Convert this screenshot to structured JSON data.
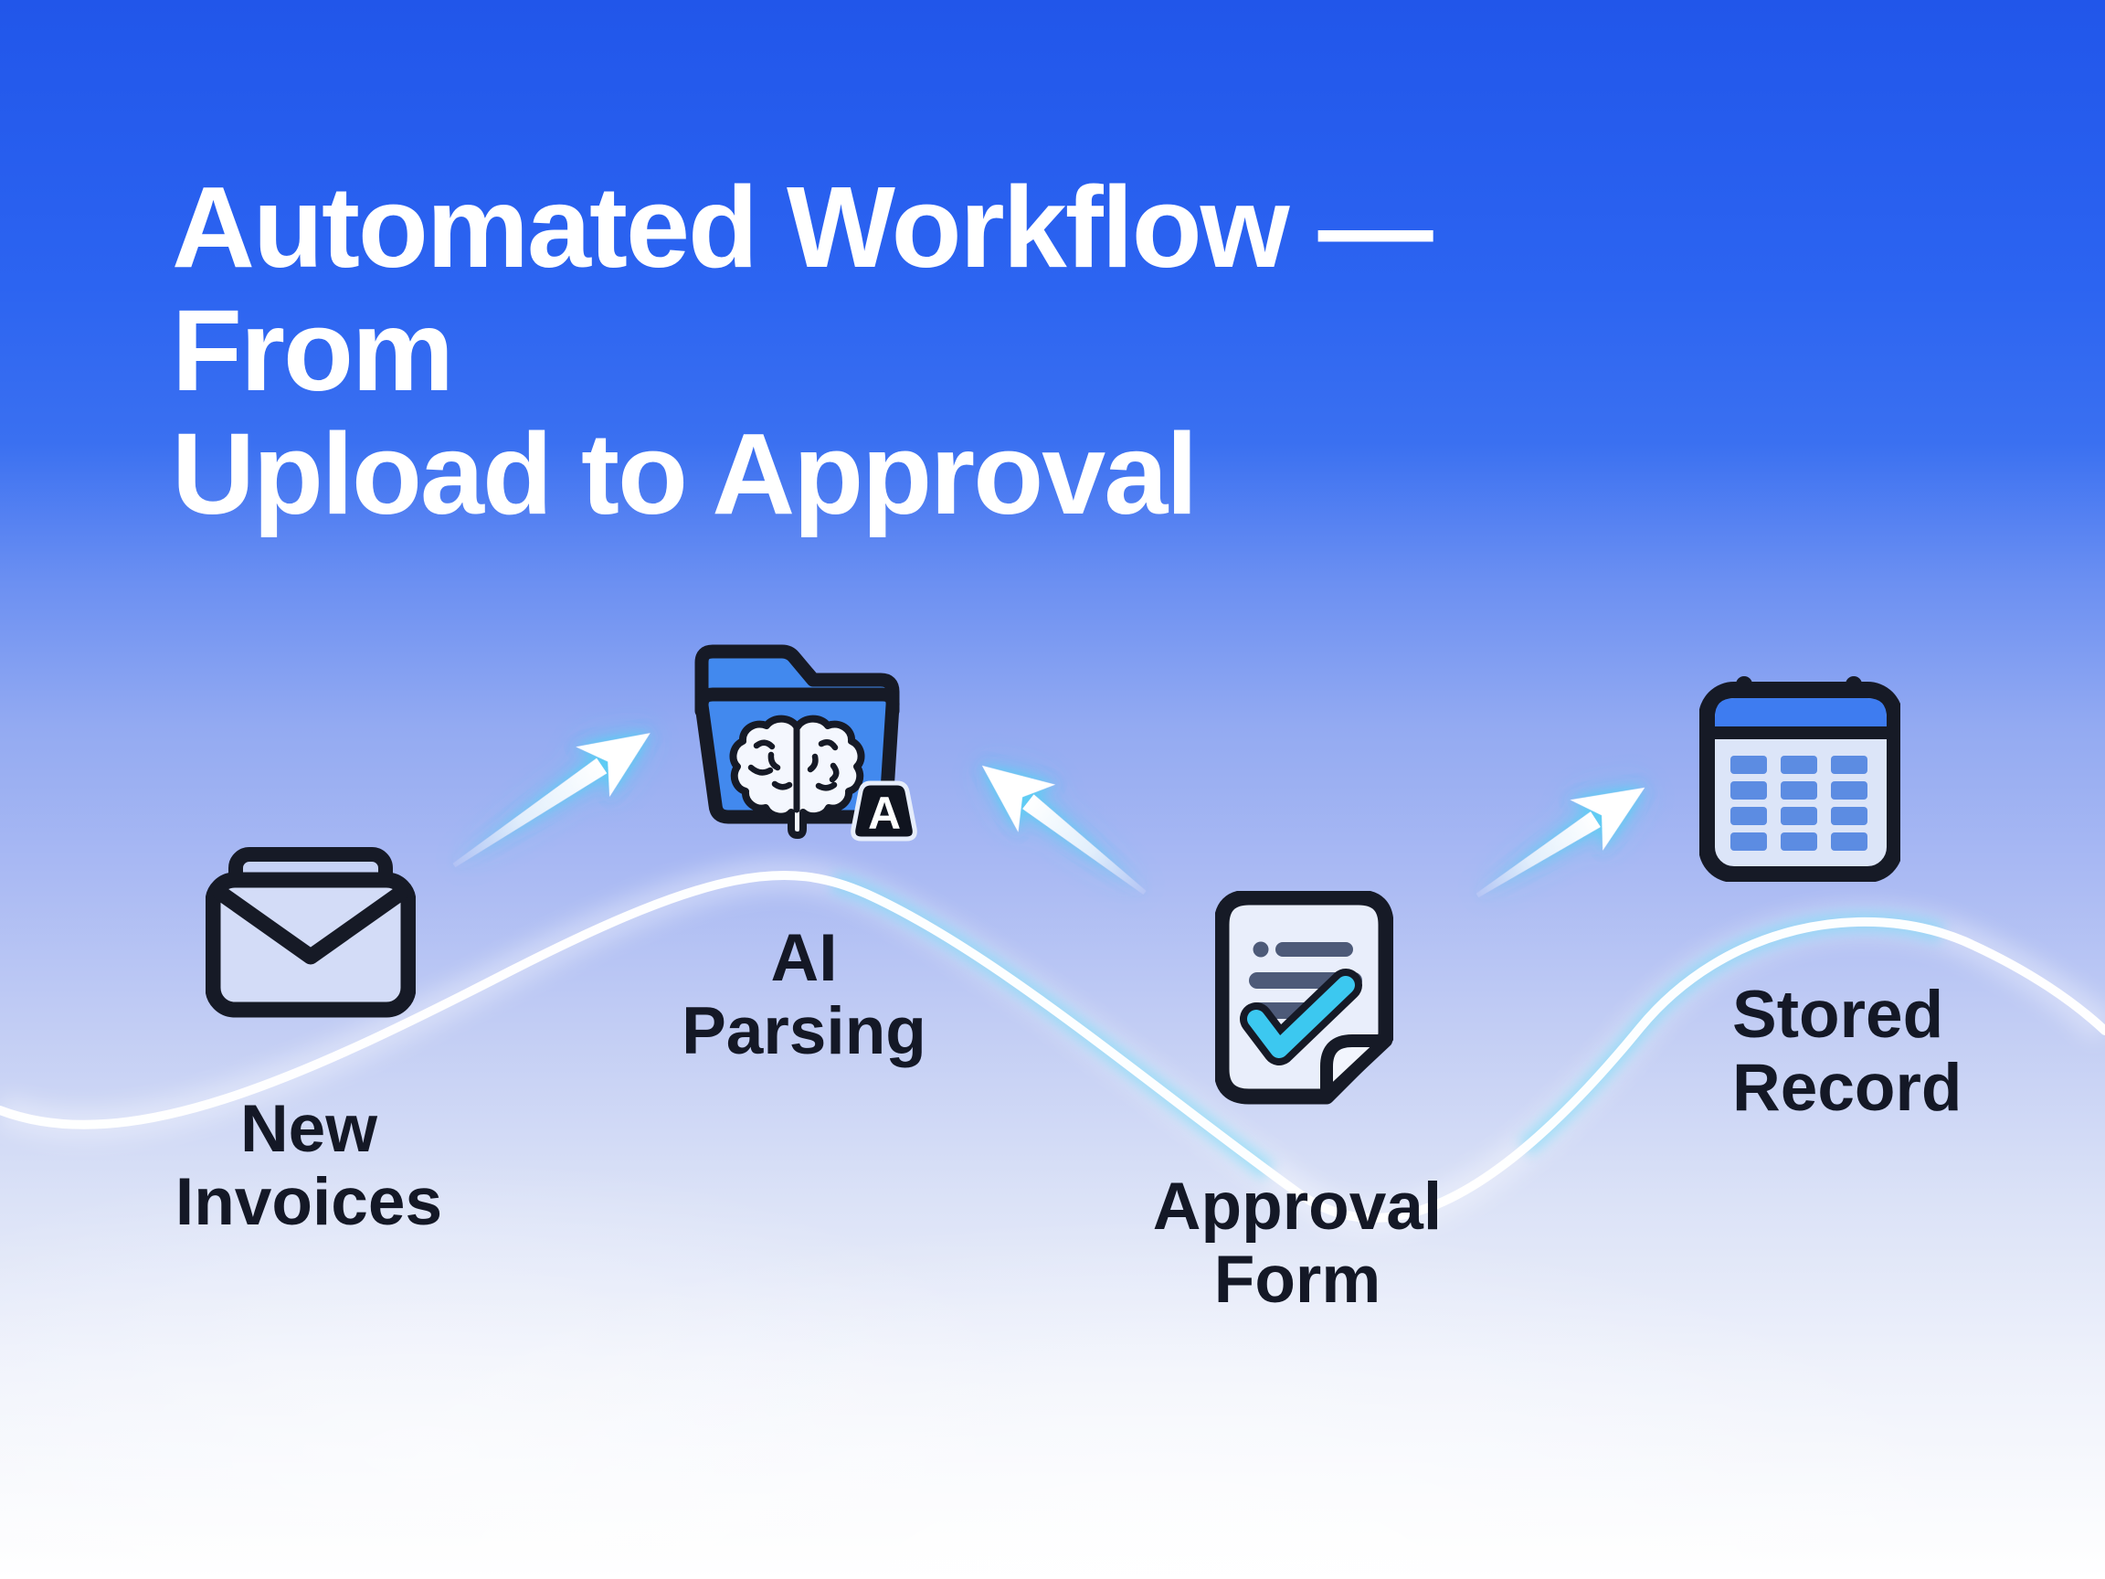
{
  "title": "Automated Workflow — From\nUpload to Approval",
  "steps": [
    {
      "id": "new-invoices",
      "label": "New\nInvoices",
      "icon": "mail-icon"
    },
    {
      "id": "ai-parsing",
      "label": "AI\nParsing",
      "icon": "folder-brain-icon",
      "badge": "A"
    },
    {
      "id": "approval-form",
      "label": "Approval\nForm",
      "icon": "document-check-icon"
    },
    {
      "id": "stored-record",
      "label": "Stored\nRecord",
      "icon": "calendar-icon"
    }
  ],
  "colors": {
    "bg_top": "#2156ea",
    "bg_blue_hold": "#2c64f1",
    "bg_lavender": "#a9b9f3",
    "bg_bottom": "#ffffff",
    "title_text": "#ffffff",
    "label_text": "#141826",
    "icon_outline": "#161a26",
    "envelope_fill": "#d3dcf7",
    "envelope_tab_fill": "#c6d2f5",
    "folder_blue": "#4289ee",
    "brain_white": "#f4f7fe",
    "badge_dark": "#10141f",
    "badge_letter": "#ffffff",
    "doc_fill": "#e9eefb",
    "doc_line_slate": "#4d5a78",
    "check_cyan": "#3cc8f0",
    "calendar_fill": "#dce5f8",
    "calendar_header_blue": "#3e7cf0",
    "calendar_cell_blue": "#5c8ce2",
    "arrow_white": "#ffffff",
    "glow_cyan": "#4fd4f4",
    "wave_white": "#ffffff"
  }
}
